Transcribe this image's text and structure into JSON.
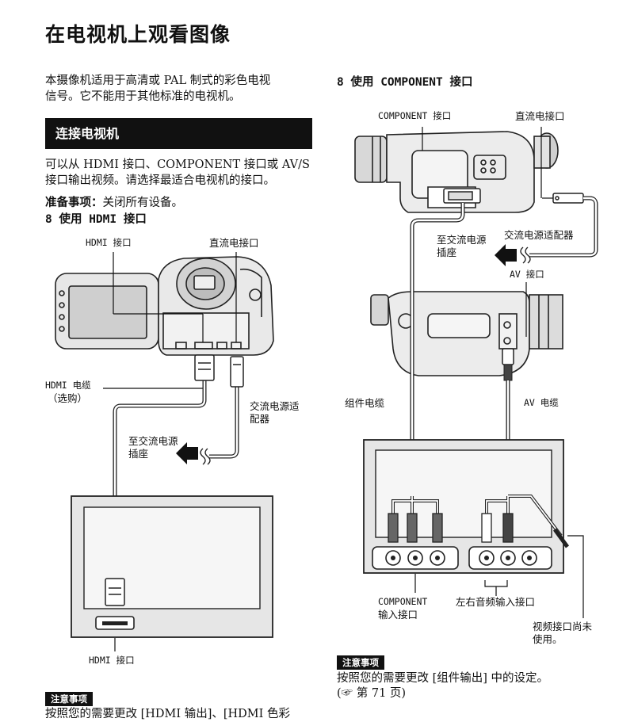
{
  "page": {
    "title": "在电视机上观看图像",
    "intro": [
      "本摄像机适用于高清或 PAL 制式的彩色电视",
      "信号。它不能用于其他标准的电视机。"
    ],
    "section": "连接电视机",
    "connect_text": [
      "可以从 HDMI 接口、COMPONENT 接口或 AV/S",
      "接口输出视频。请选择最适合电视机的接口。"
    ],
    "prep_label": "准备事项：",
    "prep_text": "关闭所有设备。",
    "step_hdmi": "8 使用 HDMI 接口",
    "step_component": "8 使用 COMPONENT 接口"
  },
  "left_diagram": {
    "hdmi_port": "HDMI 接口",
    "dc_port": "直流电接口",
    "hdmi_cable": [
      "HDMI 电缆",
      "（选购）"
    ],
    "ac_adapter": [
      "交流电源适",
      "配器"
    ],
    "to_outlet": [
      "至交流电源",
      "插座"
    ],
    "tv_hdmi_port": "HDMI 接口"
  },
  "right_diagram": {
    "component_port": "COMPONENT 接口",
    "dc_port": "直流电接口",
    "ac_adapter": "交流电源适配器",
    "to_outlet": [
      "至交流电源",
      "插座"
    ],
    "av_port": "AV 接口",
    "component_cable": "组件电缆",
    "av_cable": "AV 电缆",
    "component_input": [
      "COMPONENT",
      "输入接口"
    ],
    "audio_input": "左右音频输入接口",
    "video_unused": [
      "视频接口尚未",
      "使用。"
    ]
  },
  "notes": {
    "tag": "注意事项",
    "left_text": "按照您的需要更改 [HDMI 输出]、[HDMI 色彩",
    "right_text": [
      "按照您的需要更改 [组件输出] 中的设定。",
      "(☞ 第 71 页)"
    ]
  }
}
